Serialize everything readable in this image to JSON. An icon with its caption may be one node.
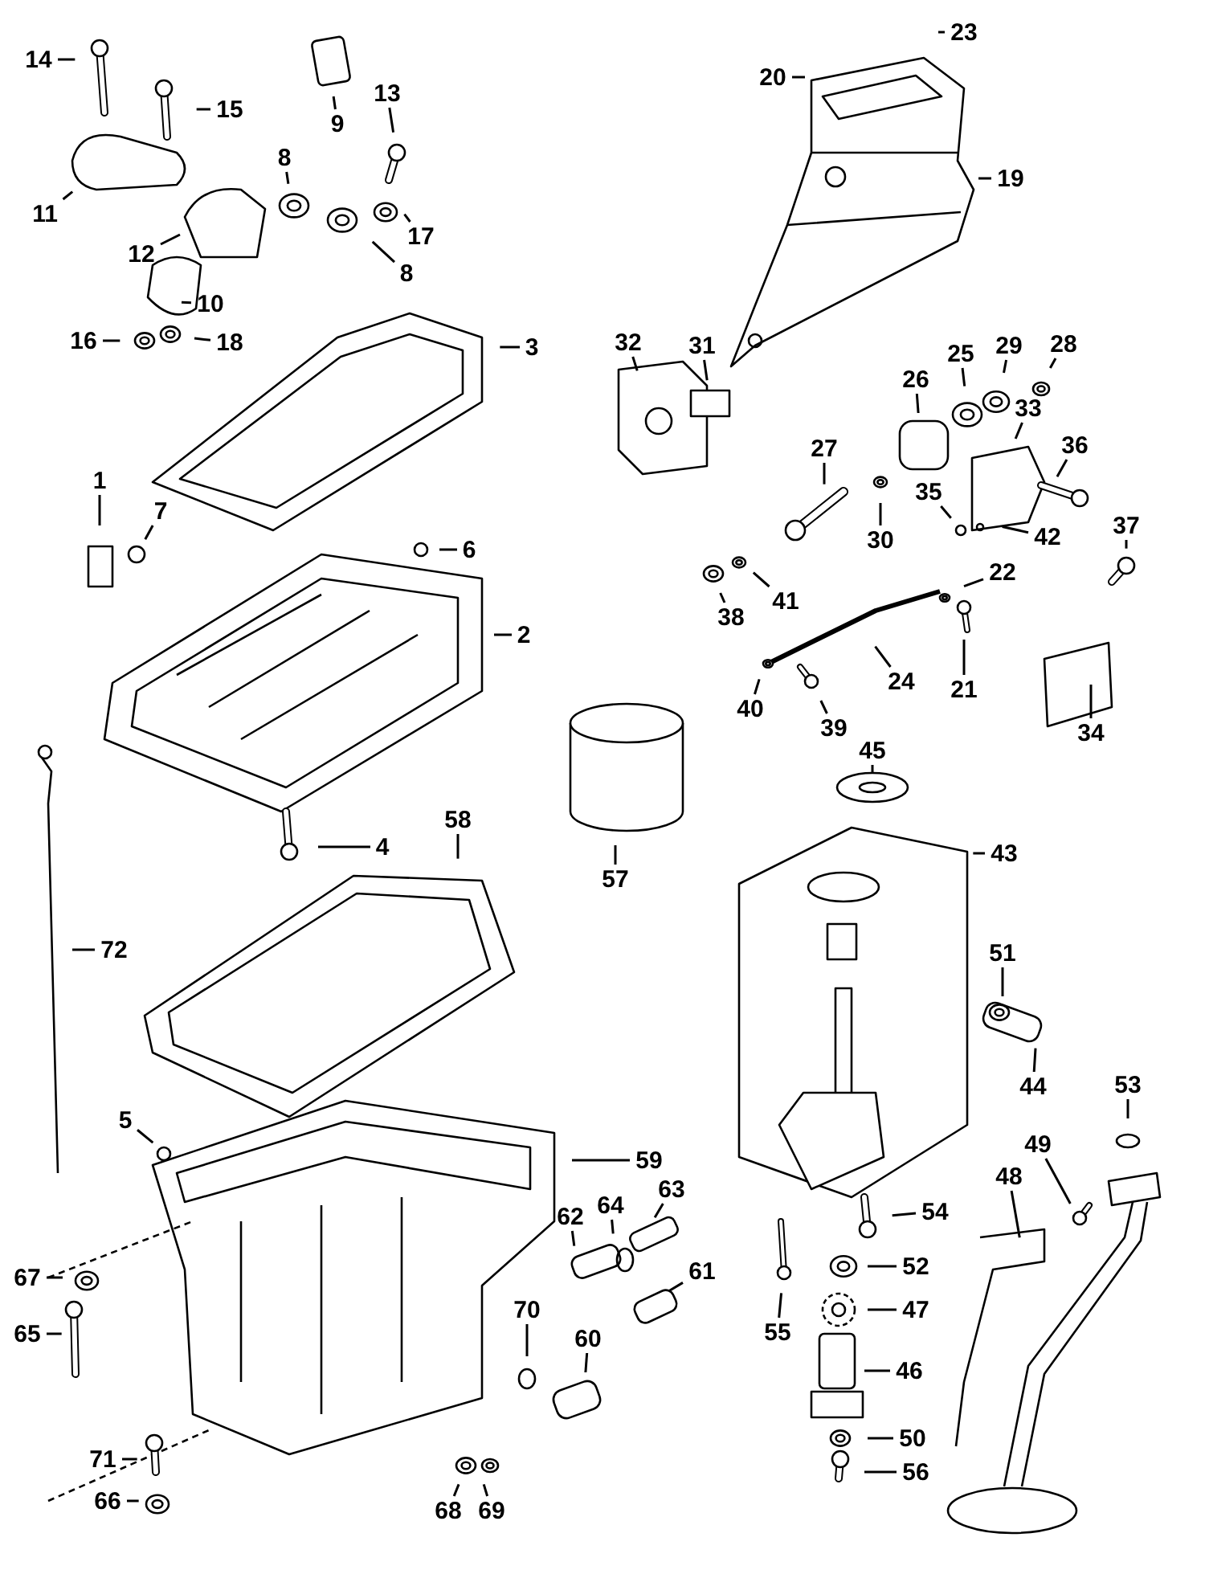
{
  "diagram": {
    "nodes": [
      {
        "text": [
          "23"
        ]
      },
      {
        "text": [
          "14"
        ]
      },
      {
        "text": [
          "20"
        ]
      },
      {
        "text": [
          "13"
        ]
      },
      {
        "text": [
          "15"
        ]
      },
      {
        "text": [
          "9"
        ]
      },
      {
        "text": [
          "8"
        ]
      },
      {
        "text": [
          "19"
        ]
      },
      {
        "text": [
          "11"
        ]
      },
      {
        "text": [
          "17"
        ]
      },
      {
        "text": [
          "12"
        ]
      },
      {
        "text": [
          "8"
        ]
      },
      {
        "text": [
          "10"
        ]
      },
      {
        "text": [
          "16"
        ]
      },
      {
        "text": [
          "18"
        ]
      },
      {
        "text": [
          "32"
        ]
      },
      {
        "text": [
          "28"
        ]
      },
      {
        "text": [
          "29"
        ]
      },
      {
        "text": [
          "31"
        ]
      },
      {
        "text": [
          "3"
        ]
      },
      {
        "text": [
          "25"
        ]
      },
      {
        "text": [
          "26"
        ]
      },
      {
        "text": [
          "33"
        ]
      },
      {
        "text": [
          "36"
        ]
      },
      {
        "text": [
          "27"
        ]
      },
      {
        "text": [
          "1"
        ]
      },
      {
        "text": [
          "35"
        ]
      },
      {
        "text": [
          "7"
        ]
      },
      {
        "text": [
          "37"
        ]
      },
      {
        "text": [
          "42"
        ]
      },
      {
        "text": [
          "30"
        ]
      },
      {
        "text": [
          "6"
        ]
      },
      {
        "text": [
          "22"
        ]
      },
      {
        "text": [
          "41"
        ]
      },
      {
        "text": [
          "38"
        ]
      },
      {
        "text": [
          "2"
        ]
      },
      {
        "text": [
          "24"
        ]
      },
      {
        "text": [
          "21"
        ]
      },
      {
        "text": [
          "40"
        ]
      },
      {
        "text": [
          "39"
        ]
      },
      {
        "text": [
          "34"
        ]
      },
      {
        "text": [
          "45"
        ]
      },
      {
        "text": [
          "58"
        ]
      },
      {
        "text": [
          "4"
        ]
      },
      {
        "text": [
          "43"
        ]
      },
      {
        "text": [
          "57"
        ]
      },
      {
        "text": [
          "72"
        ]
      },
      {
        "text": [
          "51"
        ]
      },
      {
        "text": [
          "44"
        ]
      },
      {
        "text": [
          "53"
        ]
      },
      {
        "text": [
          "5"
        ]
      },
      {
        "text": [
          "49"
        ]
      },
      {
        "text": [
          "59"
        ]
      },
      {
        "text": [
          "48"
        ]
      },
      {
        "text": [
          "63"
        ]
      },
      {
        "text": [
          "64"
        ]
      },
      {
        "text": [
          "54"
        ]
      },
      {
        "text": [
          "62"
        ]
      },
      {
        "text": [
          "52"
        ]
      },
      {
        "text": [
          "61"
        ]
      },
      {
        "text": [
          "67"
        ]
      },
      {
        "text": [
          "47"
        ]
      },
      {
        "text": [
          "70"
        ]
      },
      {
        "text": [
          "55"
        ]
      },
      {
        "text": [
          "65"
        ]
      },
      {
        "text": [
          "60"
        ]
      },
      {
        "text": [
          "46"
        ]
      },
      {
        "text": [
          "50"
        ]
      },
      {
        "text": [
          "71"
        ]
      },
      {
        "text": [
          "56"
        ]
      },
      {
        "text": [
          "66"
        ]
      },
      {
        "text": [
          "68"
        ]
      },
      {
        "text": [
          "69"
        ]
      }
    ],
    "edges": [
      {
        "from": 0,
        "to": null,
        "arrow": "none"
      },
      {
        "from": 1,
        "to": null,
        "arrow": "none"
      },
      {
        "from": 2,
        "to": null,
        "arrow": "none"
      },
      {
        "from": 3,
        "to": null,
        "arrow": "none"
      },
      {
        "from": 4,
        "to": null,
        "arrow": "none"
      },
      {
        "from": 5,
        "to": null,
        "arrow": "none"
      },
      {
        "from": 6,
        "to": null,
        "arrow": "none"
      },
      {
        "from": 7,
        "to": null,
        "arrow": "none"
      },
      {
        "from": 8,
        "to": null,
        "arrow": "none"
      },
      {
        "from": 9,
        "to": null,
        "arrow": "none"
      },
      {
        "from": 10,
        "to": null,
        "arrow": "none"
      },
      {
        "from": 11,
        "to": null,
        "arrow": "none"
      },
      {
        "from": 12,
        "to": null,
        "arrow": "none"
      },
      {
        "from": 13,
        "to": null,
        "arrow": "none"
      },
      {
        "from": 14,
        "to": null,
        "arrow": "none"
      },
      {
        "from": 15,
        "to": null,
        "arrow": "none"
      },
      {
        "from": 16,
        "to": null,
        "arrow": "none"
      },
      {
        "from": 17,
        "to": null,
        "arrow": "none"
      },
      {
        "from": 18,
        "to": null,
        "arrow": "none"
      },
      {
        "from": 19,
        "to": null,
        "arrow": "none"
      },
      {
        "from": 20,
        "to": null,
        "arrow": "none"
      },
      {
        "from": 21,
        "to": null,
        "arrow": "none"
      },
      {
        "from": 22,
        "to": null,
        "arrow": "none"
      },
      {
        "from": 23,
        "to": null,
        "arrow": "none"
      },
      {
        "from": 24,
        "to": null,
        "arrow": "none"
      },
      {
        "from": 25,
        "to": null,
        "arrow": "none"
      },
      {
        "from": 26,
        "to": null,
        "arrow": "none"
      },
      {
        "from": 27,
        "to": null,
        "arrow": "none"
      },
      {
        "from": 28,
        "to": null,
        "arrow": "none"
      },
      {
        "from": 29,
        "to": null,
        "arrow": "none"
      },
      {
        "from": 30,
        "to": null,
        "arrow": "none"
      },
      {
        "from": 31,
        "to": null,
        "arrow": "none"
      },
      {
        "from": 32,
        "to": null,
        "arrow": "none"
      },
      {
        "from": 33,
        "to": null,
        "arrow": "none"
      },
      {
        "from": 34,
        "to": null,
        "arrow": "none"
      },
      {
        "from": 35,
        "to": null,
        "arrow": "none"
      },
      {
        "from": 36,
        "to": null,
        "arrow": "none"
      },
      {
        "from": 37,
        "to": null,
        "arrow": "none"
      },
      {
        "from": 38,
        "to": null,
        "arrow": "none"
      },
      {
        "from": 39,
        "to": null,
        "arrow": "none"
      },
      {
        "from": 40,
        "to": null,
        "arrow": "none"
      },
      {
        "from": 41,
        "to": null,
        "arrow": "none"
      },
      {
        "from": 42,
        "to": null,
        "arrow": "none"
      },
      {
        "from": 43,
        "to": null,
        "arrow": "none"
      },
      {
        "from": 44,
        "to": null,
        "arrow": "none"
      },
      {
        "from": 45,
        "to": null,
        "arrow": "none"
      },
      {
        "from": 46,
        "to": null,
        "arrow": "none"
      },
      {
        "from": 47,
        "to": null,
        "arrow": "none"
      },
      {
        "from": 48,
        "to": null,
        "arrow": "none"
      },
      {
        "from": 49,
        "to": null,
        "arrow": "none"
      },
      {
        "from": 50,
        "to": null,
        "arrow": "none"
      },
      {
        "from": 51,
        "to": null,
        "arrow": "none"
      },
      {
        "from": 52,
        "to": null,
        "arrow": "none"
      },
      {
        "from": 53,
        "to": null,
        "arrow": "none"
      },
      {
        "from": 54,
        "to": null,
        "arrow": "none"
      },
      {
        "from": 55,
        "to": null,
        "arrow": "none"
      },
      {
        "from": 56,
        "to": null,
        "arrow": "none"
      },
      {
        "from": 57,
        "to": null,
        "arrow": "none"
      },
      {
        "from": 58,
        "to": null,
        "arrow": "none"
      },
      {
        "from": 59,
        "to": null,
        "arrow": "none"
      },
      {
        "from": 60,
        "to": null,
        "arrow": "none"
      },
      {
        "from": 61,
        "to": null,
        "arrow": "none"
      },
      {
        "from": 62,
        "to": null,
        "arrow": "none"
      },
      {
        "from": 63,
        "to": null,
        "arrow": "none"
      },
      {
        "from": 64,
        "to": null,
        "arrow": "none"
      },
      {
        "from": 65,
        "to": null,
        "arrow": "none"
      },
      {
        "from": 66,
        "to": null,
        "arrow": "none"
      },
      {
        "from": 67,
        "to": null,
        "arrow": "none"
      },
      {
        "from": 68,
        "to": null,
        "arrow": "none"
      },
      {
        "from": 69,
        "to": null,
        "arrow": "none"
      },
      {
        "from": 70,
        "to": null,
        "arrow": "none"
      },
      {
        "from": 71,
        "to": null,
        "arrow": "none"
      },
      {
        "from": 72,
        "to": null,
        "arrow": "none"
      }
    ]
  }
}
